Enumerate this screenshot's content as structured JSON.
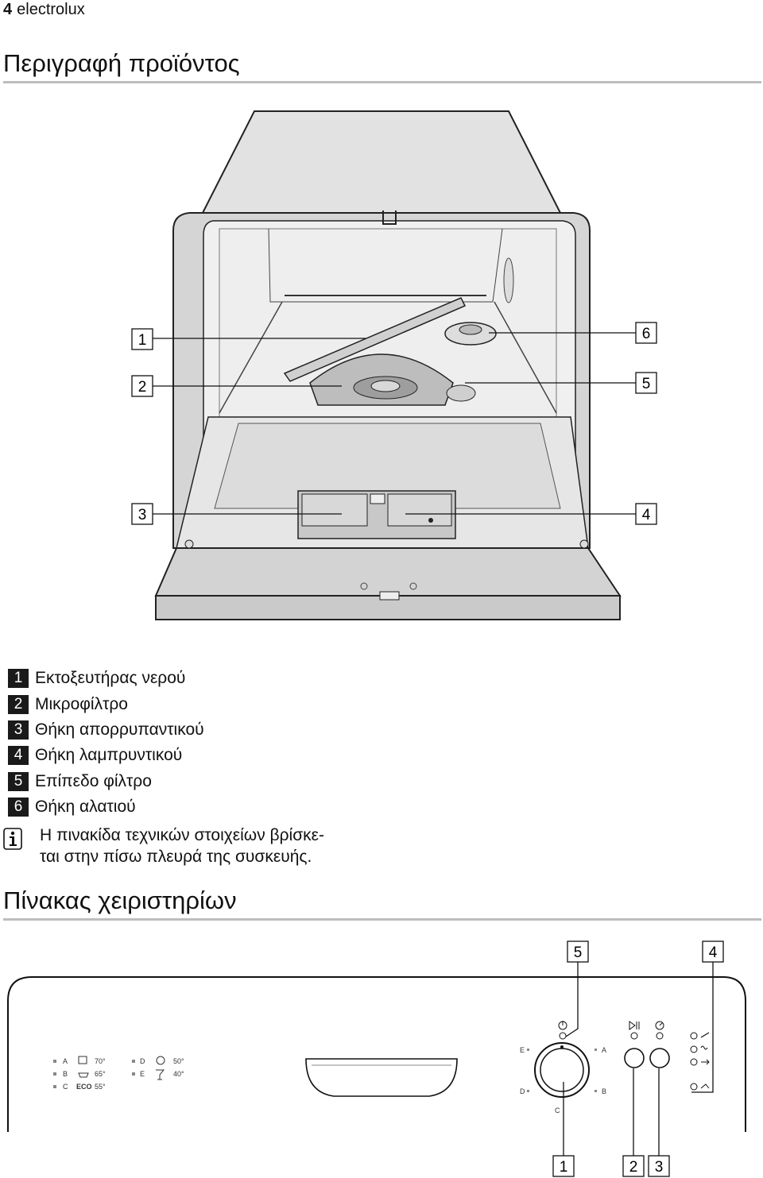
{
  "header": {
    "page_number": "4",
    "brand": "electrolux"
  },
  "section1": {
    "title": "Περιγραφή προϊόντος"
  },
  "figure1": {
    "callouts": [
      "1",
      "2",
      "3",
      "4",
      "5",
      "6"
    ]
  },
  "legend": [
    {
      "number": "1",
      "label": "Εκτοξευτήρας νερού"
    },
    {
      "number": "2",
      "label": "Μικροφίλτρο"
    },
    {
      "number": "3",
      "label": "Θήκη απορρυπαντικού"
    },
    {
      "number": "4",
      "label": "Θήκη λαμπρυντικού"
    },
    {
      "number": "5",
      "label": "Επίπεδο φίλτρο"
    },
    {
      "number": "6",
      "label": "Θήκη αλατιού"
    }
  ],
  "info": {
    "line1": "Η πινακίδα τεχνικών στοιχείων βρίσκε-",
    "line2": "ται στην πίσω πλευρά της συσκευής."
  },
  "section2": {
    "title": "Πίνακας χειριστηρίων"
  },
  "figure2": {
    "top_callouts": [
      "5",
      "4"
    ],
    "bottom_callouts": [
      "1",
      "2",
      "3"
    ],
    "programs_left": [
      {
        "letter": "A",
        "temp": "70°"
      },
      {
        "letter": "B",
        "temp": "65°"
      },
      {
        "letter": "C",
        "eco": "ECO",
        "temp": "55°"
      }
    ],
    "programs_right": [
      {
        "letter": "D",
        "temp": "50°"
      },
      {
        "letter": "E",
        "temp": "40°"
      }
    ],
    "dial_positions": [
      "E",
      "A",
      "D",
      "B",
      "C"
    ]
  }
}
